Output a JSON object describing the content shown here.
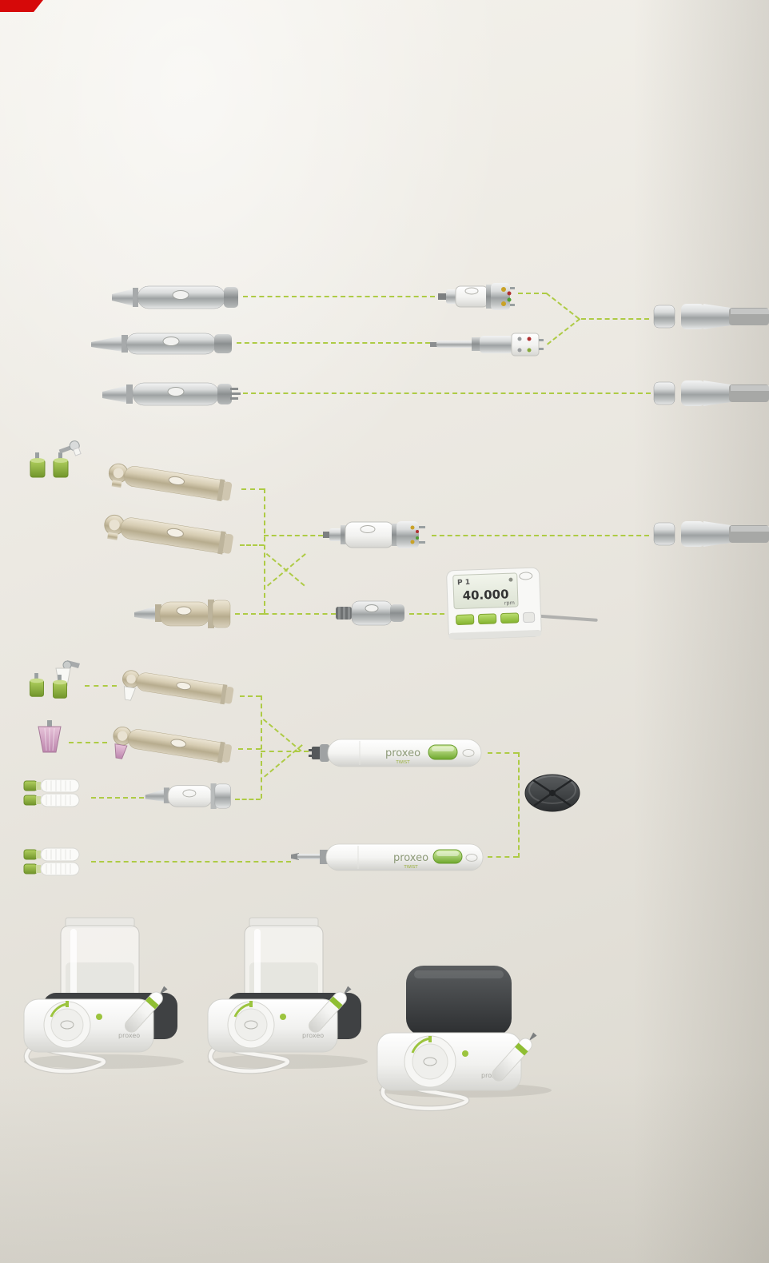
{
  "colors": {
    "background_top": "#f2f0ea",
    "background_bottom": "#d7d4cb",
    "dash_green": "#aecb45",
    "accent_green": "#8fbe33",
    "champagne": "#cdc3aa",
    "pink_cup": "#cfa0c2",
    "red_corner": "#d60909",
    "dark_housing": "#3f4143"
  },
  "control_unit": {
    "program_label": "P 1",
    "speed_value": "40.000",
    "speed_unit": "rpm"
  },
  "twist_handpiece": {
    "brand": "proxeo",
    "series": "TWIST"
  },
  "scaler_unit": {
    "brand": "proxeo"
  },
  "icons": {
    "straight_handpiece": "straight-handpiece-icon",
    "turbine_coupling": "quick-connect-coupling-icon",
    "hose_connector": "supply-hose-icon",
    "contra_angle_handpiece": "contra-angle-handpiece-icon",
    "nose_cone_handpiece": "nose-cone-handpiece-icon",
    "air_motor": "air-motor-icon",
    "electric_micromotor": "electric-micromotor-icon",
    "motor_control_unit": "motor-control-unit-icon",
    "prophy_cup": "prophy-cup-icon",
    "prophy_brush": "prophy-brush-icon",
    "bur": "bur-icon",
    "cordless_prophy_handpiece": "cordless-prophy-handpiece-icon",
    "foot_control": "foot-control-icon",
    "scaler_station": "prophy-station-icon"
  }
}
